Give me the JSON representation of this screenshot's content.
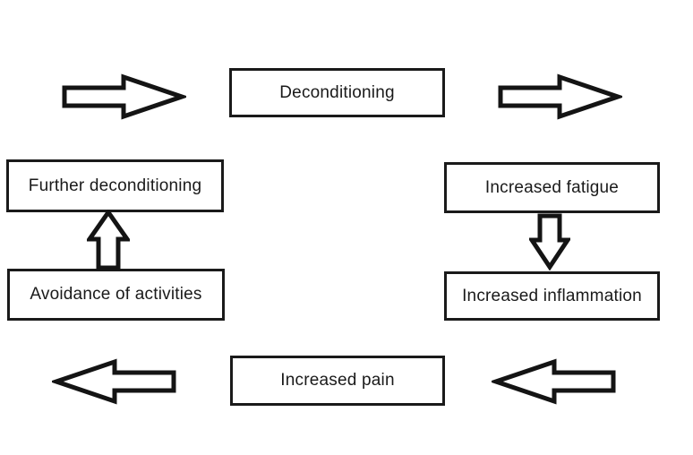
{
  "diagram": {
    "background_color": "#ffffff",
    "line_color": "#1a1a1a",
    "nodes": [
      {
        "id": "deconditioning",
        "label": "Deconditioning"
      },
      {
        "id": "increased-fatigue",
        "label": "Increased fatigue"
      },
      {
        "id": "increased-inflammation",
        "label": "Increased inflammation"
      },
      {
        "id": "increased-pain",
        "label": "Increased pain"
      },
      {
        "id": "avoidance-of-activities",
        "label": "Avoidance of activities"
      },
      {
        "id": "further-deconditioning",
        "label": "Further deconditioning"
      }
    ],
    "arrows": [
      {
        "id": "arrow-top-left",
        "direction": "right",
        "meaning": "into Deconditioning"
      },
      {
        "id": "arrow-top-right",
        "direction": "right",
        "meaning": "Deconditioning to Increased fatigue"
      },
      {
        "id": "arrow-down-right",
        "direction": "down",
        "meaning": "Increased fatigue to Increased inflammation"
      },
      {
        "id": "arrow-bottom-right",
        "direction": "left",
        "meaning": "Increased inflammation to Increased pain"
      },
      {
        "id": "arrow-bottom-left",
        "direction": "left",
        "meaning": "Increased pain to Avoidance of activities"
      },
      {
        "id": "arrow-up-left",
        "direction": "up",
        "meaning": "Avoidance of activities to Further deconditioning"
      }
    ]
  }
}
